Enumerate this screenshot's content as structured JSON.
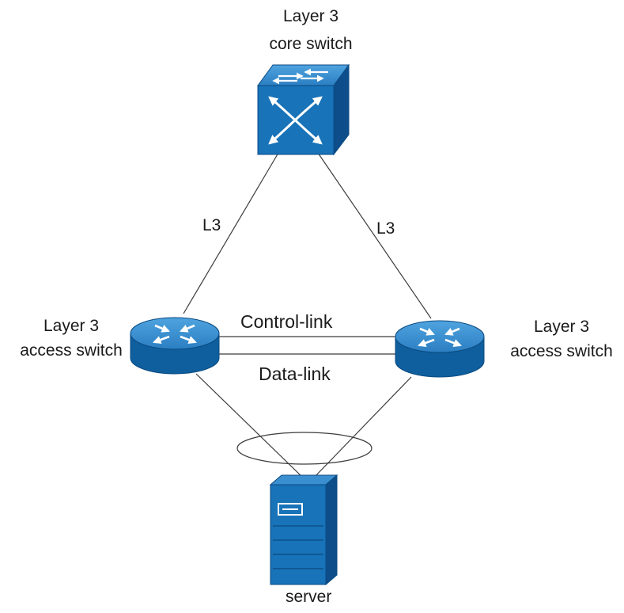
{
  "core_switch": {
    "label_line1": "Layer 3",
    "label_line2": "core switch"
  },
  "access_left": {
    "label_line1": "Layer 3",
    "label_line2": "access switch"
  },
  "access_right": {
    "label_line1": "Layer 3",
    "label_line2": "access switch"
  },
  "links": {
    "left_uplink": "L3",
    "right_uplink": "L3",
    "control": "Control-link",
    "data": "Data-link"
  },
  "server": {
    "label": "server"
  },
  "colors": {
    "device_top": "#3a8fd0",
    "device_front": "#1873b8",
    "device_side": "#0d4e8a",
    "line": "#3c3c3c",
    "text": "#1a1a1a"
  }
}
